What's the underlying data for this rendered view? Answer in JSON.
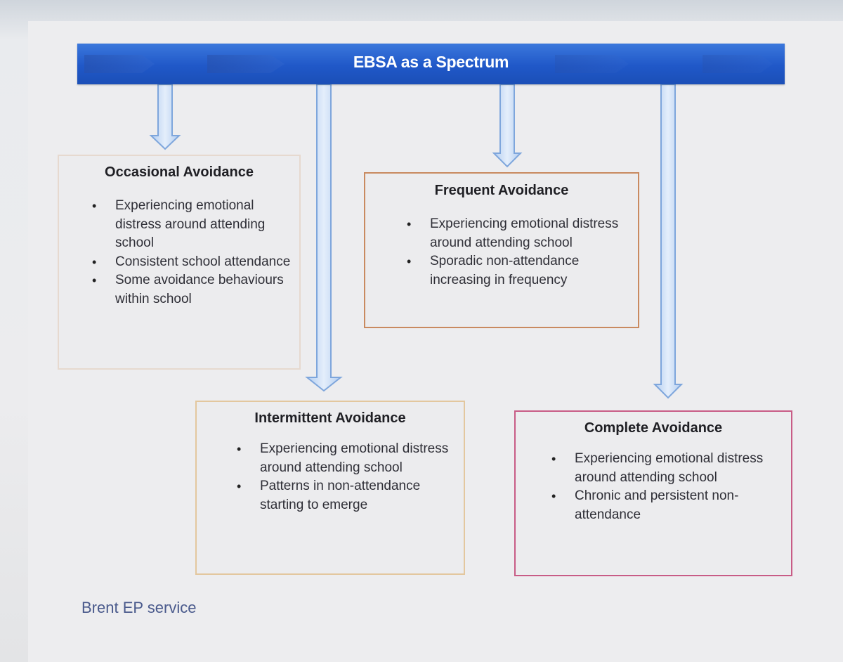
{
  "diagram": {
    "title": "EBSA as a Spectrum",
    "footer": "Brent EP service",
    "colors": {
      "banner": "#2058c8",
      "arrow_fill": "#c9dcf5",
      "arrow_stroke": "#7ea6dc",
      "occasional_border": "#e6d9cf",
      "frequent_border": "#c98a60",
      "intermittent_border": "#e3c79e",
      "complete_border": "#c85c86"
    },
    "boxes": {
      "occasional": {
        "title": "Occasional Avoidance",
        "items": [
          "Experiencing emotional distress around attending school",
          "Consistent school attendance",
          "Some avoidance behaviours within school"
        ]
      },
      "frequent": {
        "title": "Frequent Avoidance",
        "items": [
          "Experiencing emotional distress around attending school",
          "Sporadic non-attendance increasing in frequency"
        ]
      },
      "intermittent": {
        "title": "Intermittent Avoidance",
        "items": [
          "Experiencing emotional distress around attending school",
          "Patterns in non-attendance starting to emerge"
        ]
      },
      "complete": {
        "title": "Complete Avoidance",
        "items": [
          "Experiencing emotional distress around attending school",
          "Chronic and persistent non-attendance"
        ]
      }
    }
  }
}
